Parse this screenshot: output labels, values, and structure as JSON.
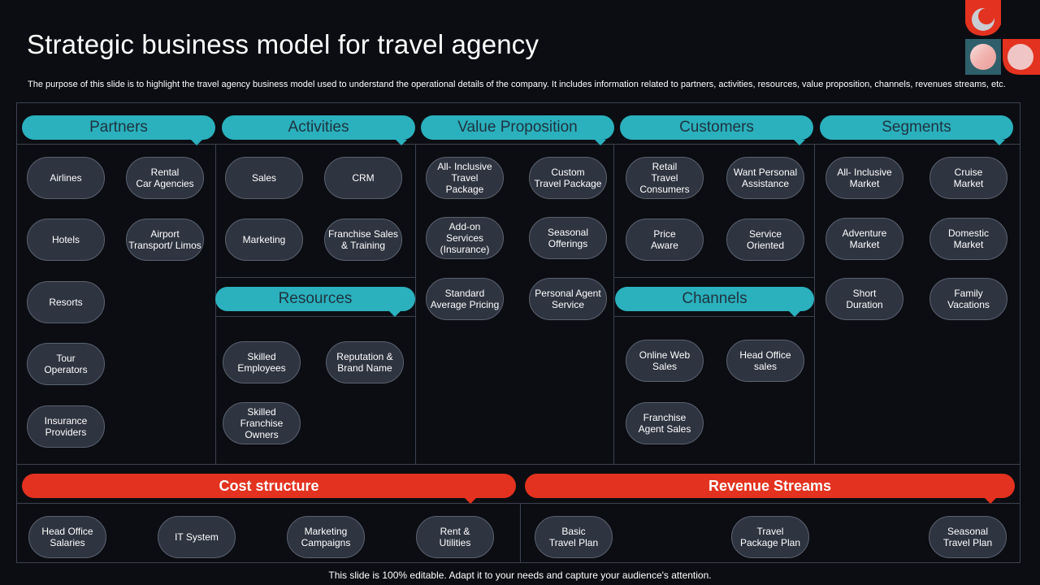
{
  "title": "Strategic business model for travel agency",
  "description": "The purpose of this slide is to highlight the travel  agency business model used  to understand the operational details of the company. It includes information related to partners, activities, resources, value proposition, channels, revenues streams, etc.",
  "footer": "This slide is 100% editable. Adapt it to your needs and capture your audience's attention.",
  "colors": {
    "teal": "#2bb0bd",
    "red": "#e3321f",
    "pill_bg": "#2e3440",
    "background": "#0b0d12"
  },
  "sections": {
    "partners": {
      "label": "Partners",
      "items": [
        "Airlines",
        "Rental\nCar Agencies",
        "Hotels",
        "Airport\nTransport/ Limos",
        "Resorts",
        "Tour\nOperators",
        "Insurance\nProviders"
      ]
    },
    "activities": {
      "label": "Activities",
      "items": [
        "Sales",
        "CRM",
        "Marketing",
        "Franchise Sales\n& Training"
      ]
    },
    "resources": {
      "label": "Resources",
      "items": [
        "Skilled\nEmployees",
        "Reputation &\nBrand Name",
        "Skilled\nFranchise\nOwners"
      ]
    },
    "value_proposition": {
      "label": "Value Proposition",
      "items": [
        "All- Inclusive\nTravel\nPackage",
        "Custom\nTravel Package",
        "Add-on\nServices\n(Insurance)",
        "Seasonal\nOfferings",
        "Standard\nAverage Pricing",
        "Personal Agent\nService"
      ]
    },
    "customers": {
      "label": "Customers",
      "items": [
        "Retail\nTravel\nConsumers",
        "Want Personal\nAssistance",
        "Price\nAware",
        "Service\nOriented"
      ]
    },
    "channels": {
      "label": "Channels",
      "items": [
        "Online Web\nSales",
        "Head Office\nsales",
        "Franchise\nAgent Sales"
      ]
    },
    "segments": {
      "label": "Segments",
      "items": [
        "All- Inclusive\nMarket",
        "Cruise\nMarket",
        "Adventure\nMarket",
        "Domestic\nMarket",
        "Short\nDuration",
        "Family\nVacations"
      ]
    },
    "cost_structure": {
      "label": "Cost structure",
      "items": [
        "Head Office\nSalaries",
        "IT System",
        "Marketing\nCampaigns",
        "Rent &\nUtilities"
      ]
    },
    "revenue_streams": {
      "label": "Revenue Streams",
      "items": [
        "Basic\nTravel Plan",
        "Travel\nPackage Plan",
        "Seasonal\nTravel Plan"
      ]
    }
  }
}
